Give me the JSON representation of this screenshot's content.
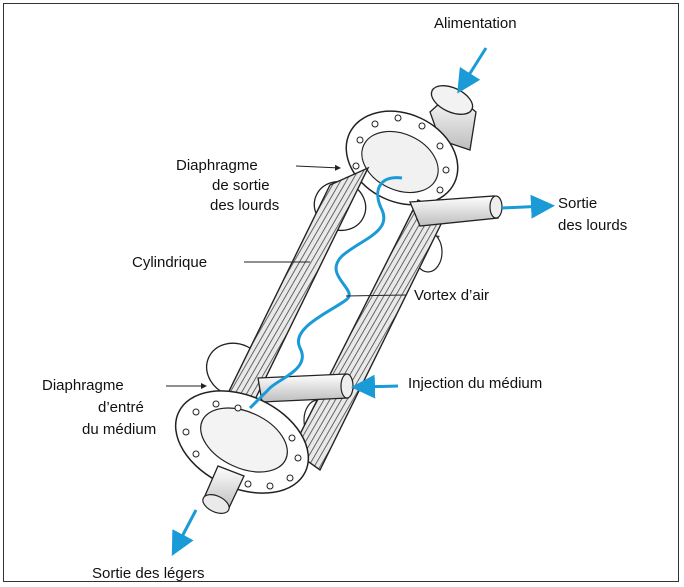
{
  "diagram": {
    "labels": {
      "feed": "Alimentation",
      "heavy_diaphragm_1": "Diaphragme",
      "heavy_diaphragm_2": "de sortie",
      "heavy_diaphragm_3": "des lourds",
      "heavy_out_1": "Sortie",
      "heavy_out_2": "des lourds",
      "cylinder": "Cylindrique",
      "vortex": "Vortex d’air",
      "medium_diaphragm_1": "Diaphragme",
      "medium_diaphragm_2": "d’entré",
      "medium_diaphragm_3": "du médium",
      "medium_injection": "Injection du médium",
      "light_out": "Sortie des légers"
    },
    "colors": {
      "flow": "#1a9ad6",
      "line": "#222222",
      "shade": "#cfcfcf"
    }
  }
}
